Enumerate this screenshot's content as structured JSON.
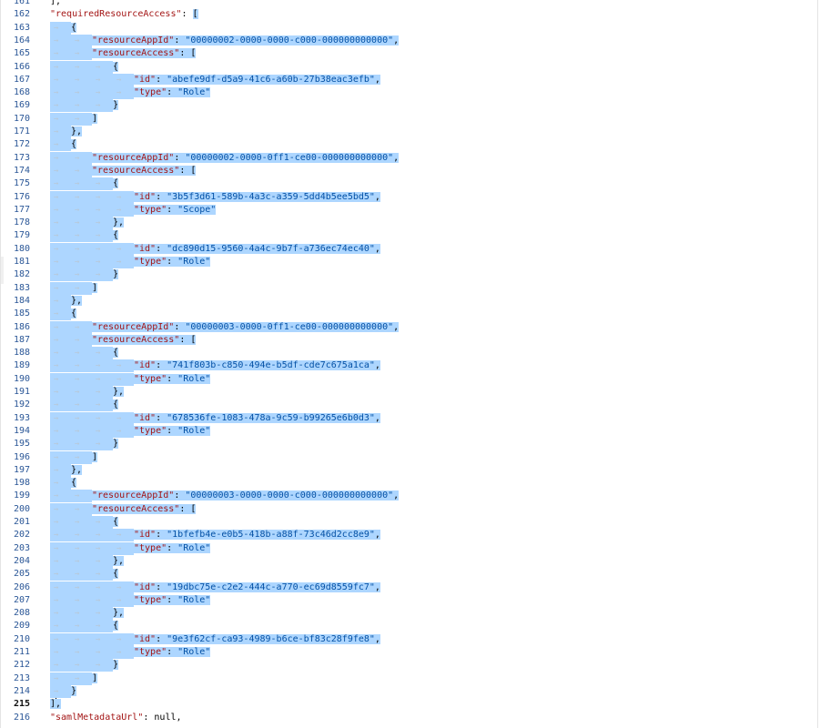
{
  "editor": {
    "active_line": 215,
    "lines": [
      {
        "n": 161,
        "i": 0,
        "sel": false,
        "t": [
          [
            "p",
            "],"
          ]
        ]
      },
      {
        "n": 162,
        "i": 0,
        "sel": false,
        "t": [
          [
            "k",
            "\"requiredResourceAccess\""
          ],
          [
            "p",
            ": "
          ],
          [
            "p*",
            "["
          ]
        ]
      },
      {
        "n": 163,
        "i": 1,
        "sel": true,
        "t": [
          [
            "p",
            "{"
          ]
        ]
      },
      {
        "n": 164,
        "i": 2,
        "sel": true,
        "t": [
          [
            "k",
            "\"resourceAppId\""
          ],
          [
            "p",
            ": "
          ],
          [
            "s",
            "\"00000002-0000-0000-c000-000000000000\""
          ],
          [
            "p",
            ","
          ]
        ]
      },
      {
        "n": 165,
        "i": 2,
        "sel": true,
        "t": [
          [
            "k",
            "\"resourceAccess\""
          ],
          [
            "p",
            ": ["
          ]
        ]
      },
      {
        "n": 166,
        "i": 3,
        "sel": true,
        "t": [
          [
            "p",
            "{"
          ]
        ]
      },
      {
        "n": 167,
        "i": 4,
        "sel": true,
        "t": [
          [
            "k",
            "\"id\""
          ],
          [
            "p",
            ": "
          ],
          [
            "s",
            "\"abefe9df-d5a9-41c6-a60b-27b38eac3efb\""
          ],
          [
            "p",
            ","
          ]
        ]
      },
      {
        "n": 168,
        "i": 4,
        "sel": true,
        "t": [
          [
            "k",
            "\"type\""
          ],
          [
            "p",
            ": "
          ],
          [
            "s",
            "\"Role\""
          ]
        ]
      },
      {
        "n": 169,
        "i": 3,
        "sel": true,
        "t": [
          [
            "p",
            "}"
          ]
        ]
      },
      {
        "n": 170,
        "i": 2,
        "sel": true,
        "t": [
          [
            "p",
            "]"
          ]
        ]
      },
      {
        "n": 171,
        "i": 1,
        "sel": true,
        "t": [
          [
            "p",
            "},"
          ]
        ]
      },
      {
        "n": 172,
        "i": 1,
        "sel": true,
        "t": [
          [
            "p",
            "{"
          ]
        ]
      },
      {
        "n": 173,
        "i": 2,
        "sel": true,
        "t": [
          [
            "k",
            "\"resourceAppId\""
          ],
          [
            "p",
            ": "
          ],
          [
            "s",
            "\"00000002-0000-0ff1-ce00-000000000000\""
          ],
          [
            "p",
            ","
          ]
        ]
      },
      {
        "n": 174,
        "i": 2,
        "sel": true,
        "t": [
          [
            "k",
            "\"resourceAccess\""
          ],
          [
            "p",
            ": ["
          ]
        ]
      },
      {
        "n": 175,
        "i": 3,
        "sel": true,
        "t": [
          [
            "p",
            "{"
          ]
        ]
      },
      {
        "n": 176,
        "i": 4,
        "sel": true,
        "t": [
          [
            "k",
            "\"id\""
          ],
          [
            "p",
            ": "
          ],
          [
            "s",
            "\"3b5f3d61-589b-4a3c-a359-5dd4b5ee5bd5\""
          ],
          [
            "p",
            ","
          ]
        ]
      },
      {
        "n": 177,
        "i": 4,
        "sel": true,
        "t": [
          [
            "k",
            "\"type\""
          ],
          [
            "p",
            ": "
          ],
          [
            "s",
            "\"Scope\""
          ]
        ]
      },
      {
        "n": 178,
        "i": 3,
        "sel": true,
        "t": [
          [
            "p",
            "},"
          ]
        ]
      },
      {
        "n": 179,
        "i": 3,
        "sel": true,
        "t": [
          [
            "p",
            "{"
          ]
        ]
      },
      {
        "n": 180,
        "i": 4,
        "sel": true,
        "t": [
          [
            "k",
            "\"id\""
          ],
          [
            "p",
            ": "
          ],
          [
            "s",
            "\"dc890d15-9560-4a4c-9b7f-a736ec74ec40\""
          ],
          [
            "p",
            ","
          ]
        ]
      },
      {
        "n": 181,
        "i": 4,
        "sel": true,
        "t": [
          [
            "k",
            "\"type\""
          ],
          [
            "p",
            ": "
          ],
          [
            "s",
            "\"Role\""
          ]
        ]
      },
      {
        "n": 182,
        "i": 3,
        "sel": true,
        "t": [
          [
            "p",
            "}"
          ]
        ]
      },
      {
        "n": 183,
        "i": 2,
        "sel": true,
        "t": [
          [
            "p",
            "]"
          ]
        ]
      },
      {
        "n": 184,
        "i": 1,
        "sel": true,
        "t": [
          [
            "p",
            "},"
          ]
        ]
      },
      {
        "n": 185,
        "i": 1,
        "sel": true,
        "t": [
          [
            "p",
            "{"
          ]
        ]
      },
      {
        "n": 186,
        "i": 2,
        "sel": true,
        "t": [
          [
            "k",
            "\"resourceAppId\""
          ],
          [
            "p",
            ": "
          ],
          [
            "s",
            "\"00000003-0000-0ff1-ce00-000000000000\""
          ],
          [
            "p",
            ","
          ]
        ]
      },
      {
        "n": 187,
        "i": 2,
        "sel": true,
        "t": [
          [
            "k",
            "\"resourceAccess\""
          ],
          [
            "p",
            ": ["
          ]
        ]
      },
      {
        "n": 188,
        "i": 3,
        "sel": true,
        "t": [
          [
            "p",
            "{"
          ]
        ]
      },
      {
        "n": 189,
        "i": 4,
        "sel": true,
        "t": [
          [
            "k",
            "\"id\""
          ],
          [
            "p",
            ": "
          ],
          [
            "s",
            "\"741f803b-c850-494e-b5df-cde7c675a1ca\""
          ],
          [
            "p",
            ","
          ]
        ]
      },
      {
        "n": 190,
        "i": 4,
        "sel": true,
        "t": [
          [
            "k",
            "\"type\""
          ],
          [
            "p",
            ": "
          ],
          [
            "s",
            "\"Role\""
          ]
        ]
      },
      {
        "n": 191,
        "i": 3,
        "sel": true,
        "t": [
          [
            "p",
            "},"
          ]
        ]
      },
      {
        "n": 192,
        "i": 3,
        "sel": true,
        "t": [
          [
            "p",
            "{"
          ]
        ]
      },
      {
        "n": 193,
        "i": 4,
        "sel": true,
        "t": [
          [
            "k",
            "\"id\""
          ],
          [
            "p",
            ": "
          ],
          [
            "s",
            "\"678536fe-1083-478a-9c59-b99265e6b0d3\""
          ],
          [
            "p",
            ","
          ]
        ]
      },
      {
        "n": 194,
        "i": 4,
        "sel": true,
        "t": [
          [
            "k",
            "\"type\""
          ],
          [
            "p",
            ": "
          ],
          [
            "s",
            "\"Role\""
          ]
        ]
      },
      {
        "n": 195,
        "i": 3,
        "sel": true,
        "t": [
          [
            "p",
            "}"
          ]
        ]
      },
      {
        "n": 196,
        "i": 2,
        "sel": true,
        "t": [
          [
            "p",
            "]"
          ]
        ]
      },
      {
        "n": 197,
        "i": 1,
        "sel": true,
        "t": [
          [
            "p",
            "},"
          ]
        ]
      },
      {
        "n": 198,
        "i": 1,
        "sel": true,
        "t": [
          [
            "p",
            "{"
          ]
        ]
      },
      {
        "n": 199,
        "i": 2,
        "sel": true,
        "t": [
          [
            "k",
            "\"resourceAppId\""
          ],
          [
            "p",
            ": "
          ],
          [
            "s",
            "\"00000003-0000-0000-c000-000000000000\""
          ],
          [
            "p",
            ","
          ]
        ]
      },
      {
        "n": 200,
        "i": 2,
        "sel": true,
        "t": [
          [
            "k",
            "\"resourceAccess\""
          ],
          [
            "p",
            ": ["
          ]
        ]
      },
      {
        "n": 201,
        "i": 3,
        "sel": true,
        "t": [
          [
            "p",
            "{"
          ]
        ]
      },
      {
        "n": 202,
        "i": 4,
        "sel": true,
        "t": [
          [
            "k",
            "\"id\""
          ],
          [
            "p",
            ": "
          ],
          [
            "s",
            "\"1bfefb4e-e0b5-418b-a88f-73c46d2cc8e9\""
          ],
          [
            "p",
            ","
          ]
        ]
      },
      {
        "n": 203,
        "i": 4,
        "sel": true,
        "t": [
          [
            "k",
            "\"type\""
          ],
          [
            "p",
            ": "
          ],
          [
            "s",
            "\"Role\""
          ]
        ]
      },
      {
        "n": 204,
        "i": 3,
        "sel": true,
        "t": [
          [
            "p",
            "},"
          ]
        ]
      },
      {
        "n": 205,
        "i": 3,
        "sel": true,
        "t": [
          [
            "p",
            "{"
          ]
        ]
      },
      {
        "n": 206,
        "i": 4,
        "sel": true,
        "t": [
          [
            "k",
            "\"id\""
          ],
          [
            "p",
            ": "
          ],
          [
            "s",
            "\"19dbc75e-c2e2-444c-a770-ec69d8559fc7\""
          ],
          [
            "p",
            ","
          ]
        ]
      },
      {
        "n": 207,
        "i": 4,
        "sel": true,
        "t": [
          [
            "k",
            "\"type\""
          ],
          [
            "p",
            ": "
          ],
          [
            "s",
            "\"Role\""
          ]
        ]
      },
      {
        "n": 208,
        "i": 3,
        "sel": true,
        "t": [
          [
            "p",
            "},"
          ]
        ]
      },
      {
        "n": 209,
        "i": 3,
        "sel": true,
        "t": [
          [
            "p",
            "{"
          ]
        ]
      },
      {
        "n": 210,
        "i": 4,
        "sel": true,
        "t": [
          [
            "k",
            "\"id\""
          ],
          [
            "p",
            ": "
          ],
          [
            "s",
            "\"9e3f62cf-ca93-4989-b6ce-bf83c28f9fe8\""
          ],
          [
            "p",
            ","
          ]
        ]
      },
      {
        "n": 211,
        "i": 4,
        "sel": true,
        "t": [
          [
            "k",
            "\"type\""
          ],
          [
            "p",
            ": "
          ],
          [
            "s",
            "\"Role\""
          ]
        ]
      },
      {
        "n": 212,
        "i": 3,
        "sel": true,
        "t": [
          [
            "p",
            "}"
          ]
        ]
      },
      {
        "n": 213,
        "i": 2,
        "sel": true,
        "t": [
          [
            "p",
            "]"
          ]
        ]
      },
      {
        "n": 214,
        "i": 1,
        "sel": true,
        "t": [
          [
            "p",
            "}"
          ]
        ]
      },
      {
        "n": 215,
        "i": 0,
        "sel": true,
        "t": [
          [
            "p*",
            "]"
          ],
          [
            "c",
            ""
          ],
          [
            "p",
            ","
          ]
        ]
      },
      {
        "n": 216,
        "i": 0,
        "sel": false,
        "t": [
          [
            "k",
            "\"samlMetadataUrl\""
          ],
          [
            "p",
            ": "
          ],
          [
            "n",
            "null"
          ],
          [
            "p",
            ","
          ]
        ]
      }
    ]
  },
  "colors": {
    "selection": "#add6ff",
    "line_number": "#2b5797",
    "json_key": "#a31515",
    "json_string": "#0451a5",
    "whitespace_marker": "#b8c8d8"
  }
}
